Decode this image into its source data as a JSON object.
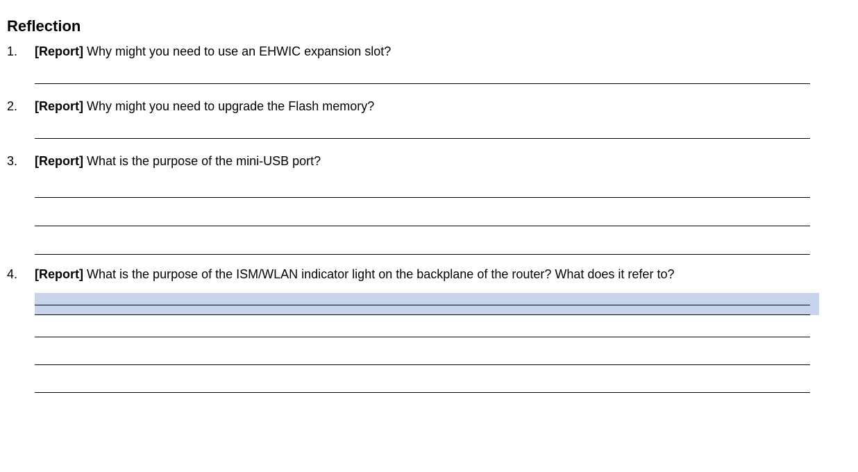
{
  "section": {
    "title": "Reflection"
  },
  "questions": [
    {
      "number": "1.",
      "tag": "[Report]",
      "text": "Why might you need to use an EHWIC expansion slot?",
      "answer_lines": 1
    },
    {
      "number": "2.",
      "tag": "[Report]",
      "text": "Why might you need to upgrade the Flash memory?",
      "answer_lines": 1
    },
    {
      "number": "3.",
      "tag": "[Report]",
      "text": "What is the purpose of the mini-USB port?",
      "answer_lines": 3
    },
    {
      "number": "4.",
      "tag": "[Report]",
      "text": "What is the purpose of the ISM/WLAN indicator light on the backplane of the router? What does it refer to?",
      "answer_lines": 5,
      "highlighted_lines": 2
    }
  ],
  "colors": {
    "highlight": "#c8d4ec",
    "rule": "#000000",
    "text": "#000000",
    "background": "#ffffff"
  }
}
